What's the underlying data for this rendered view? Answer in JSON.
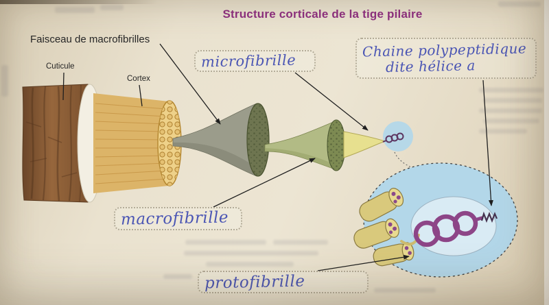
{
  "page": {
    "title": "Structure corticale de la tige pilaire"
  },
  "diagram": {
    "printed_labels": {
      "faisceau": "Faisceau de macrofibrilles",
      "cuticule": "Cuticule",
      "cortex": "Cortex"
    },
    "handwritten_labels": {
      "microfibrille": "microfibrille",
      "chaine_polypeptidique": {
        "line1": "Chaine polypeptidique",
        "line2": "dite hélice a"
      },
      "macrofibrille": "macrofibrille",
      "protofibrille": "protofibrille"
    }
  },
  "colors": {
    "title_purple": "#8e2f80",
    "handwriting_ink": "#4a55b4",
    "paper": "#e9e0cc",
    "hair_brown": "#8a5c38",
    "cortex_tan": "#dcb468",
    "cortex_cap": "#eed189",
    "macrofibril_gray": "#9b9c8b",
    "macrofibril_cap": "#6e7550",
    "microfibril_green": "#b2bb85",
    "microfibril_cap": "#7d8a52",
    "protofibril_yellow": "#e7e08f",
    "zoom_blue": "#b3d7e9",
    "helix_purple": "#8d4587"
  }
}
